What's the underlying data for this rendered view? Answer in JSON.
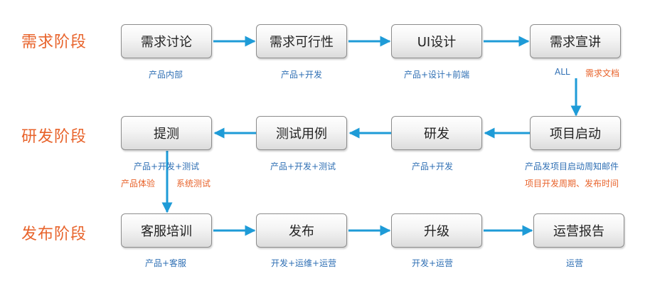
{
  "phases": {
    "p1": "需求阶段",
    "p2": "研发阶段",
    "p3": "发布阶段"
  },
  "boxes": {
    "r1c1": "需求讨论",
    "r1c2": "需求可行性",
    "r1c3": "UI设计",
    "r1c4": "需求宣讲",
    "r2c1": "提测",
    "r2c2": "测试用例",
    "r2c3": "研发",
    "r2c4": "项目启动",
    "r3c1": "客服培训",
    "r3c2": "发布",
    "r3c3": "升级",
    "r3c4": "运营报告"
  },
  "labels": {
    "r1c1": "产品内部",
    "r1c2": "产品+开发",
    "r1c3": "产品+设计+前端",
    "r1c4_all": "ALL",
    "r1c4_doc": "需求文档",
    "r2c1_main": "产品+开发+测试",
    "r2c1_exp": "产品体验",
    "r2c1_sys": "系统测试",
    "r2c2": "产品+开发+测试",
    "r2c3": "产品+开发",
    "r2c4_mail": "产品发项目启动周知邮件",
    "r2c4_time": "项目开发周期、发布时间",
    "r3c1": "产品+客服",
    "r3c2": "开发+运维+运营",
    "r3c3": "开发+运营",
    "r3c4": "运营"
  },
  "colors": {
    "phase_text": "#e8632b",
    "blue_text": "#2f6fb4",
    "arrow": "#1e9bd7"
  }
}
